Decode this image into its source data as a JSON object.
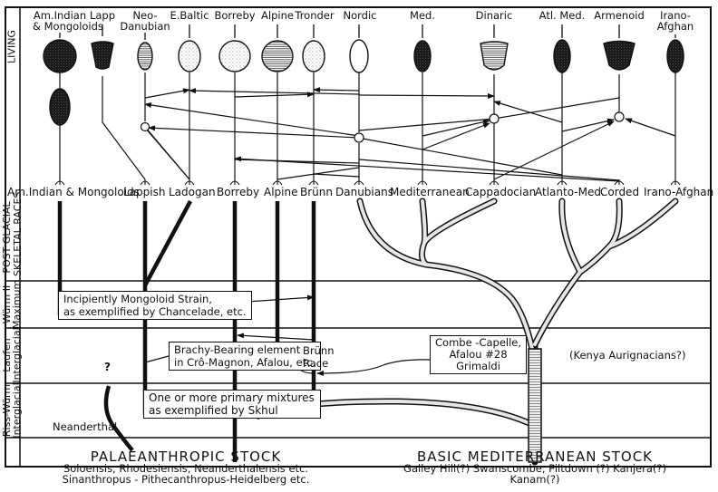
{
  "colors": {
    "ink": "#111111",
    "paper": "#ffffff",
    "stipple": "#bbbbbb",
    "dark_fill": "#222222",
    "lined_fill": "#dddddd"
  },
  "period_labels": {
    "living": "LIVING",
    "post_glacial": "POST GLACIAL\nSKELETAL RACES",
    "post_glacial_l1": "POST GLACIAL",
    "post_glacial_l2": "SKELETAL RACES",
    "wurm_l1": "Würm II",
    "wurm_l2": "Maximum",
    "laufen_l1": "Laufen",
    "laufen_l2": "Interglacial",
    "riss_l1": "Riss-Würm",
    "riss_l2": "Interglacial"
  },
  "living_races": [
    {
      "label_l1": "Am.Indian",
      "label_l2": "& Mongoloids",
      "shape": "round-dark",
      "icon": "head-shape-dark-round"
    },
    {
      "label_l1": "Lapp",
      "label_l2": "",
      "shape": "trapezoid-dark",
      "icon": "head-shape-dark-trapezoid"
    },
    {
      "label_l1": "Neo-",
      "label_l2": "Danubian",
      "shape": "oval-lined",
      "icon": "head-shape-lined-oval"
    },
    {
      "label_l1": "E.Baltic",
      "label_l2": "",
      "shape": "oval-stippled",
      "icon": "head-shape-stippled-oval"
    },
    {
      "label_l1": "Borreby",
      "label_l2": "",
      "shape": "round-stippled",
      "icon": "head-shape-stippled-round"
    },
    {
      "label_l1": "Alpine",
      "label_l2": "",
      "shape": "round-lined",
      "icon": "head-shape-lined-round"
    },
    {
      "label_l1": "Tronder",
      "label_l2": "",
      "shape": "oval-stippled",
      "icon": "head-shape-stippled-oval"
    },
    {
      "label_l1": "Nordic",
      "label_l2": "",
      "shape": "oval-light",
      "icon": "head-shape-light-oval"
    },
    {
      "label_l1": "Med.",
      "label_l2": "",
      "shape": "oval-dark",
      "icon": "head-shape-dark-oval"
    },
    {
      "label_l1": "Dinaric",
      "label_l2": "",
      "shape": "shield-lined",
      "icon": "head-shape-lined-shield"
    },
    {
      "label_l1": "Atl. Med.",
      "label_l2": "",
      "shape": "oval-dark",
      "icon": "head-shape-dark-oval"
    },
    {
      "label_l1": "Armenoid",
      "label_l2": "",
      "shape": "shield-dark",
      "icon": "head-shape-dark-shield"
    },
    {
      "label_l1": "Irano-",
      "label_l2": "Afghan",
      "shape": "oval-dark",
      "icon": "head-shape-dark-oval"
    }
  ],
  "skeletal_races": [
    "Am.Indian & Mongoloids",
    "Lappish",
    "Ladogan",
    "Borreby",
    "Alpine",
    "Brünn",
    "Danubians",
    "Mediterranean",
    "Cappadocian",
    "Atlanto-Med.",
    "Corded",
    "Irano-Afghan"
  ],
  "boxes": {
    "mongoloid_l1": "Incipiently Mongoloid Strain,",
    "mongoloid_l2": "as exemplified by Chancelade, etc.",
    "brachy_l1": "Brachy-Bearing element",
    "brachy_l2": "in Crô-Magnon, Afalou, etc.",
    "combe_l1": "Combe -Capelle,",
    "combe_l2": "Afalou #28",
    "combe_l3": "Grimaldi",
    "skhul_l1": "One or more primary mixtures",
    "skhul_l2": "as exemplified by Skhul"
  },
  "annotations": {
    "brunn_race_l1": "Brünn",
    "brunn_race_l2": "Race",
    "kenya": "(Kenya  Aurignacians?)",
    "question": "?",
    "neanderthal": "Neanderthal"
  },
  "stocks": {
    "palaeo_title": "PALAEANTHROPIC  STOCK",
    "palaeo_l1": "Soloensis, Rhodesiensis, Neanderthalensis  etc.",
    "palaeo_l2": "Sinanthropus - Pithecanthropus-Heidelberg  etc.",
    "med_title": "BASIC  MEDITERRANEAN  STOCK",
    "med_l1": "Galley Hill(?) Swanscombe, Piltdown (?)  Kanjera(?)",
    "med_l2": "Kanam(?)"
  }
}
